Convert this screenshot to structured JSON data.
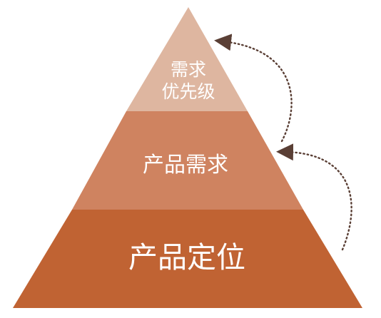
{
  "pyramid": {
    "tiers": [
      {
        "label_lines": [
          "需求",
          "优先级"
        ],
        "color": "#DEB6A0"
      },
      {
        "label_lines": [
          "产品需求"
        ],
        "color": "#CF8360"
      },
      {
        "label_lines": [
          "产品定位"
        ],
        "color": "#C06333"
      }
    ],
    "arrow_color": "#5A3F35",
    "arrow_style": "dotted curved arrow",
    "arrow_direction": "upward, from lower tier to tier above"
  }
}
